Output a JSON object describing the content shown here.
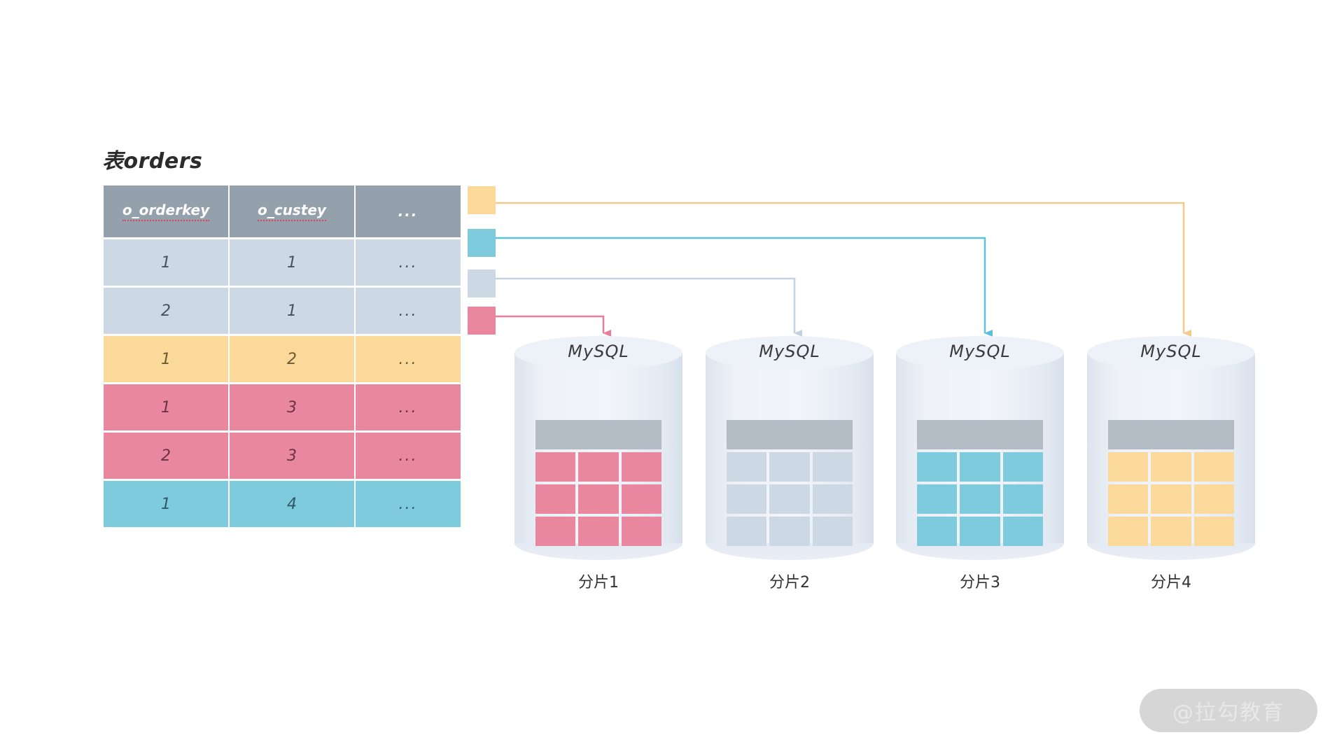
{
  "source_table": {
    "title": "表orders",
    "columns": [
      "o_orderkey",
      "o_custey",
      "..."
    ],
    "rows": [
      {
        "o_orderkey": "1",
        "o_custey": "1",
        "extra": "...",
        "color": "blue"
      },
      {
        "o_orderkey": "2",
        "o_custey": "1",
        "extra": "...",
        "color": "blue"
      },
      {
        "o_orderkey": "1",
        "o_custey": "2",
        "extra": "...",
        "color": "yellow"
      },
      {
        "o_orderkey": "1",
        "o_custey": "3",
        "extra": "...",
        "color": "pink"
      },
      {
        "o_orderkey": "2",
        "o_custey": "3",
        "extra": "...",
        "color": "pink"
      },
      {
        "o_orderkey": "1",
        "o_custey": "4",
        "extra": "...",
        "color": "cyan"
      }
    ]
  },
  "legend": {
    "swatches": [
      {
        "name": "yellow",
        "color": "#fbd99b",
        "target_shard": "分片4"
      },
      {
        "name": "cyan",
        "color": "#7ecbdd",
        "target_shard": "分片3"
      },
      {
        "name": "gray",
        "color": "#ccd9e4",
        "target_shard": "分片2"
      },
      {
        "name": "pink",
        "color": "#e9879f",
        "target_shard": "分片1"
      }
    ]
  },
  "shards": [
    {
      "engine": "MySQL",
      "label": "分片1",
      "cell_color": "#e9879f",
      "header_color": "#b3bcc4"
    },
    {
      "engine": "MySQL",
      "label": "分片2",
      "cell_color": "#ccd9e4",
      "header_color": "#b3bcc4"
    },
    {
      "engine": "MySQL",
      "label": "分片3",
      "cell_color": "#7ecbdd",
      "header_color": "#b3bcc4"
    },
    {
      "engine": "MySQL",
      "label": "分片4",
      "cell_color": "#fbd99b",
      "header_color": "#b3bcc4"
    }
  ],
  "watermark": {
    "text": "@拉勾教育"
  },
  "colors": {
    "header_gray": "#94a0ab",
    "blue": "#ccd9e4",
    "yellow": "#fbd99b",
    "pink": "#e9879f",
    "cyan": "#7ecbdd",
    "cylinder": "#edf1f8",
    "underline_red": "#d9455f"
  }
}
